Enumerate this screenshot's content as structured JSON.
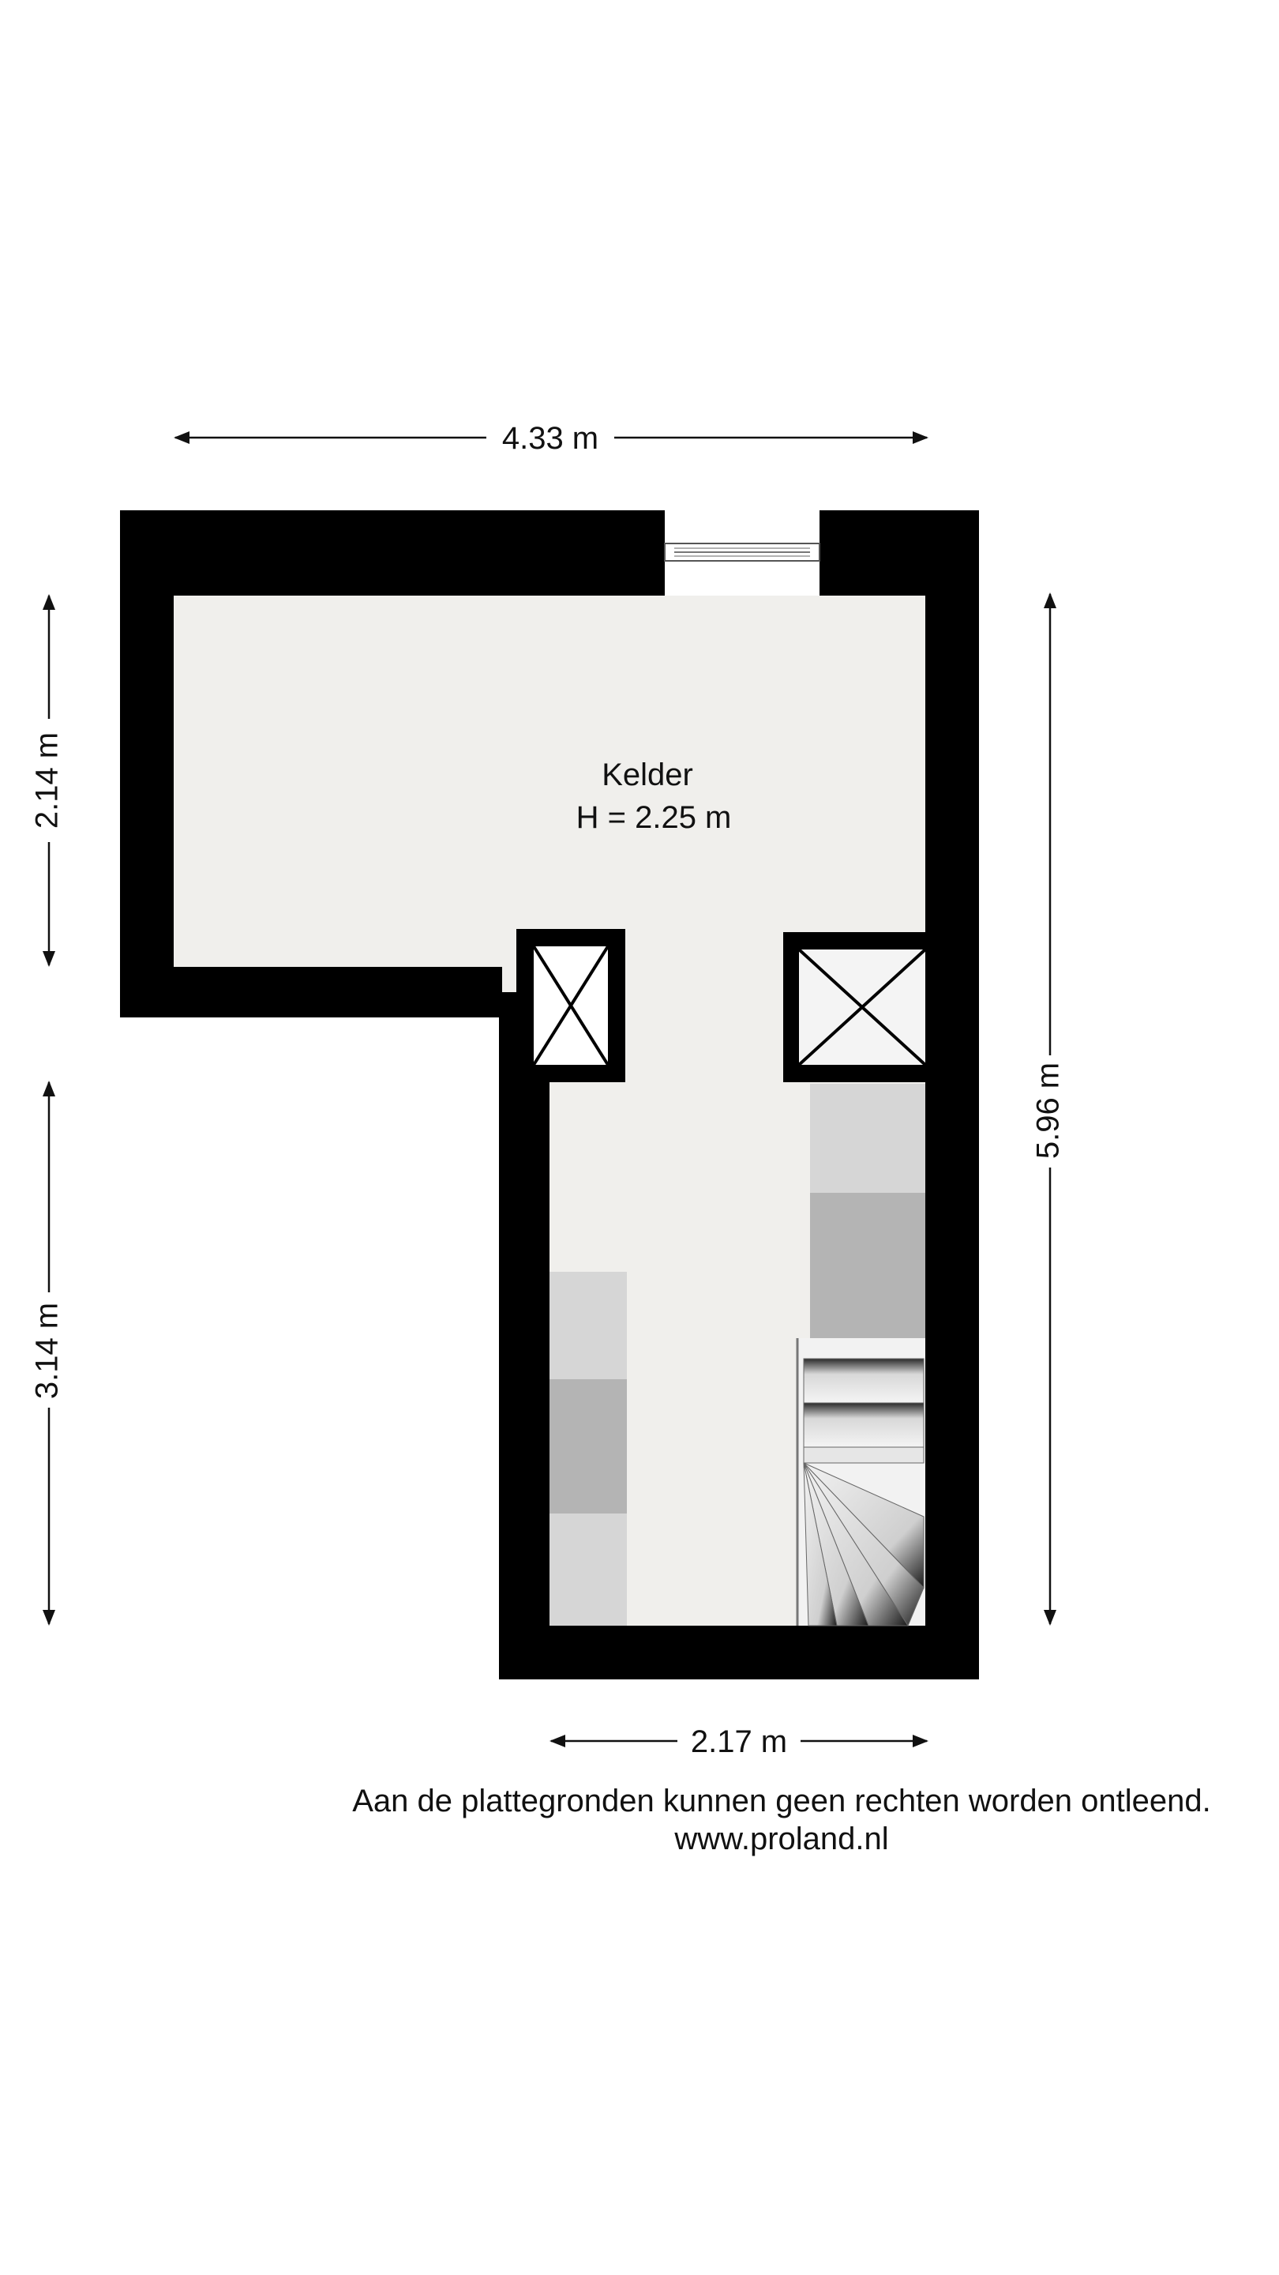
{
  "plan": {
    "room": {
      "name": "Kelder",
      "height_label": "H = 2.25 m"
    },
    "dimensions": {
      "top_width": "4.33 m",
      "bottom_width": "2.17 m",
      "left_upper": "2.14 m",
      "left_lower": "3.14 m",
      "right_total": "5.96 m"
    }
  },
  "footer": {
    "disclaimer": "Aan de plattegronden kunnen geen rechten worden ontleend.",
    "website": "www.proland.nl"
  },
  "colors": {
    "wall": "#000000",
    "floor": "#f0efec",
    "fixture_light": "#d6d6d6",
    "fixture_dark": "#b4b4b4",
    "background": "#ffffff"
  }
}
